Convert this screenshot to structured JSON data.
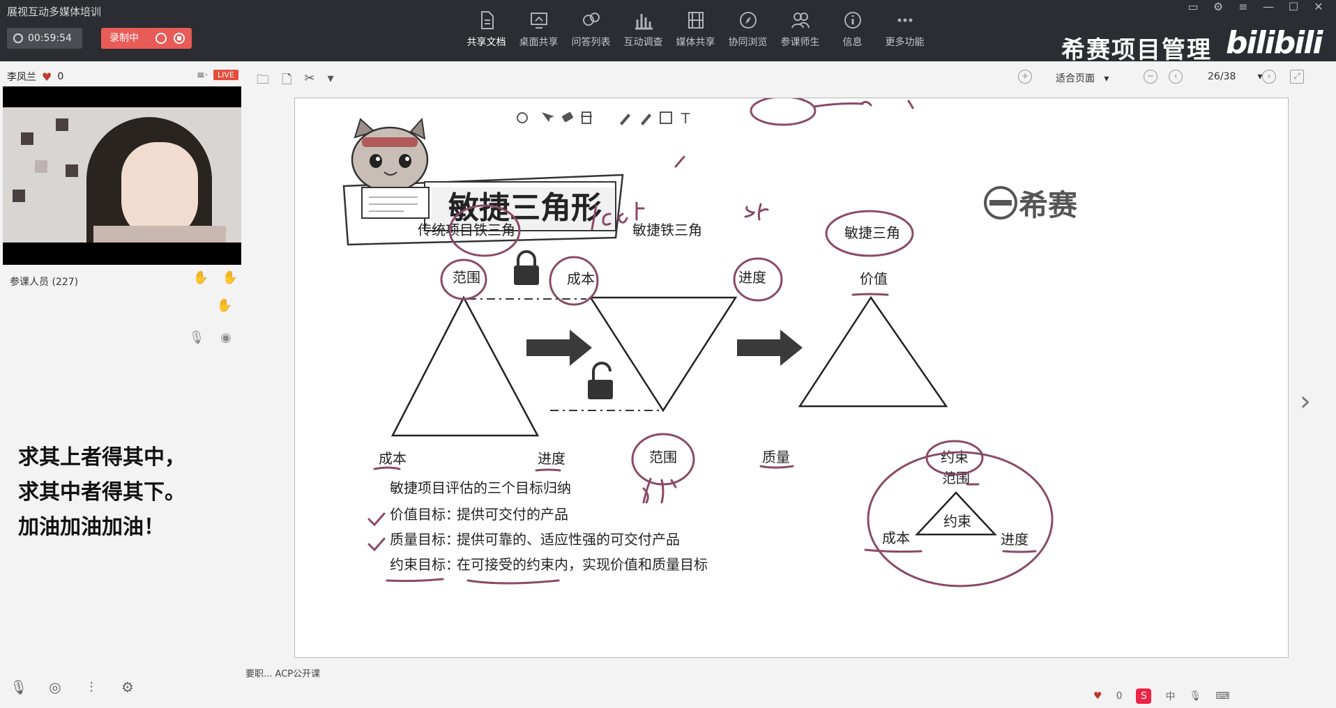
{
  "app": {
    "title": "展视互动多媒体培训",
    "timer": "00:59:54",
    "recording_label": "录制中",
    "brand": "希赛项目管理",
    "bili_logo": "bilibili"
  },
  "toolbar": {
    "items": [
      {
        "label": "共享文档",
        "icon": "document-icon",
        "active": true
      },
      {
        "label": "桌面共享",
        "icon": "screen-share-icon",
        "active": false
      },
      {
        "label": "问答列表",
        "icon": "chat-bubble-icon",
        "active": false
      },
      {
        "label": "互动调查",
        "icon": "bar-chart-icon",
        "active": false
      },
      {
        "label": "媒体共享",
        "icon": "film-icon",
        "active": false
      },
      {
        "label": "协同浏览",
        "icon": "compass-icon",
        "active": false
      },
      {
        "label": "参课师生",
        "icon": "people-icon",
        "active": false
      },
      {
        "label": "信息",
        "icon": "info-icon",
        "active": false
      },
      {
        "label": "更多功能",
        "icon": "more-icon",
        "active": false
      }
    ]
  },
  "sidebar": {
    "teacher_name": "李凤兰",
    "likes": "0",
    "live_badge": "LIVE",
    "attendees_label": "参课人员 (227)",
    "motto": [
      "求其上者得其中，",
      "求其中者得其下。",
      "加油加油加油！"
    ]
  },
  "viewer": {
    "zoom_option": "适合页面",
    "page_indicator": "26/38",
    "footer_text": "要职...  ACP公开课",
    "likes": "0",
    "ime_label": "中"
  },
  "slide": {
    "title": "敏捷三角形",
    "logo_text": "希赛",
    "triangle1": {
      "title": "传统项目铁三角",
      "top": "范围",
      "left": "成本",
      "right": "进度"
    },
    "triangle2": {
      "title": "敏捷铁三角",
      "left": "成本",
      "right": "进度",
      "bottom": "范围"
    },
    "triangle3": {
      "title": "敏捷三角",
      "top": "价值",
      "left": "质量",
      "right": "约束"
    },
    "constraint_triangle": {
      "top": "范围",
      "center": "约束",
      "left": "成本",
      "right": "进度"
    },
    "goals_heading": "敏捷项目评估的三个目标归纳",
    "goals": [
      {
        "label": "价值目标：",
        "text": "提供可交付的产品"
      },
      {
        "label": "质量目标：",
        "text": "提供可靠的、适应性强的可交付产品"
      },
      {
        "label": "约束目标：",
        "text": "在可接受的约束内，实现价值和质量目标"
      }
    ]
  },
  "colors": {
    "topbar": "#2b2d32",
    "record_red": "#e85b57",
    "annotation": "#8a4a66",
    "arrow": "#3a3a3a"
  }
}
